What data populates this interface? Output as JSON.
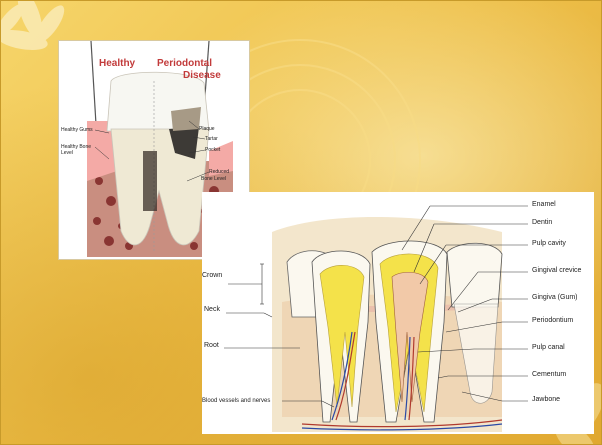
{
  "slide": {
    "colors": {
      "background": "#eec04a",
      "card": "#ffffff",
      "title_red": "#c23b3b",
      "gum_pink": "#f4aaa6",
      "tooth_yellow": "#f4e24a"
    }
  },
  "periodontal_diagram": {
    "titles": {
      "healthy": "Healthy",
      "periodontal_line1": "Periodontal",
      "periodontal_line2": "Disease"
    },
    "labels": {
      "healthy_gums": "Healthy Gums",
      "healthy_bone_line1": "Healthy Bone",
      "healthy_bone_line2": "Level",
      "plaque": "Plaque",
      "tartar": "Tartar",
      "pocket": "Pocket",
      "reduced_line1": "Reduced",
      "reduced_line2": "Bone Level"
    }
  },
  "tooth_anatomy_diagram": {
    "left_labels": {
      "crown": "Crown",
      "neck": "Neck",
      "root": "Root",
      "vessels": "Blood vessels and nerves"
    },
    "right_labels": {
      "enamel": "Enamel",
      "dentin": "Dentin",
      "pulp_cavity": "Pulp cavity",
      "gingival_crevice": "Gingival crevice",
      "gingiva": "Gingiva (Gum)",
      "periodontium": "Periodontium",
      "pulp_canal": "Pulp canal",
      "cementum": "Cementum",
      "jawbone": "Jawbone"
    }
  }
}
